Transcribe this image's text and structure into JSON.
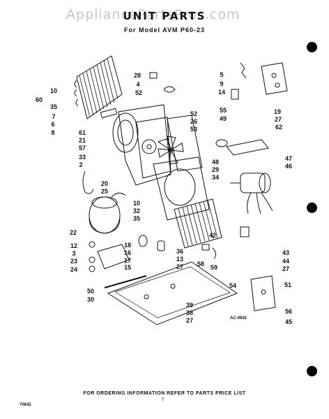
{
  "watermark": "AppliancePartsPros.com",
  "title": "UNIT PARTS",
  "subtitle": "For Model AVM P60-23",
  "diagram_code": "AC-0942",
  "footer": "FOR ORDERING INFORMATION REFER TO PARTS PRICE LIST",
  "page_number": "7",
  "document_code": "70842",
  "callouts": [
    "28",
    "4",
    "52",
    "5",
    "9",
    "14",
    "19",
    "27",
    "62",
    "10",
    "60",
    "35",
    "7",
    "6",
    "8",
    "61",
    "21",
    "57",
    "33",
    "2",
    "52",
    "26",
    "53",
    "55",
    "49",
    "48",
    "29",
    "34",
    "47",
    "46",
    "20",
    "25",
    "10",
    "32",
    "35",
    "22",
    "12",
    "3",
    "23",
    "24",
    "18",
    "16",
    "17",
    "15",
    "36",
    "13",
    "27",
    "58",
    "59",
    "42",
    "43",
    "44",
    "27",
    "50",
    "30",
    "54",
    "51",
    "39",
    "38",
    "27",
    "56",
    "45"
  ],
  "colors": {
    "ink": "#111111",
    "paper": "#ffffff",
    "watermark": "#969696"
  }
}
